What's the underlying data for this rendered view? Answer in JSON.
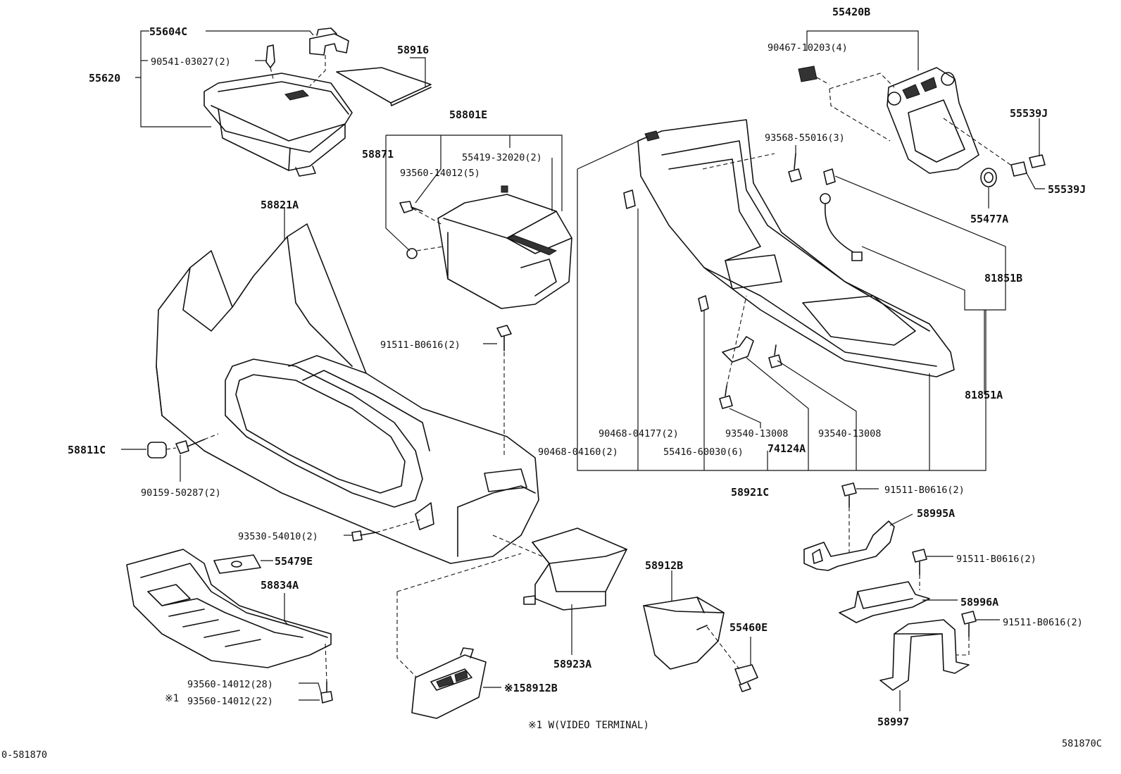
{
  "labels": {
    "p55604C": "55604C",
    "p90541": "90541-03027(2)",
    "p55620": "55620",
    "p58916": "58916",
    "p58801E": "58801E",
    "p58871": "58871",
    "p55419": "55419-32020(2)",
    "p93560_5": "93560-14012(5)",
    "p58821A": "58821A",
    "p91511_a": "91511-B0616(2)",
    "p58811C": "58811C",
    "p90159": "90159-50287(2)",
    "p93530": "93530-54010(2)",
    "p55479E": "55479E",
    "p58834A": "58834A",
    "p93560_28": "93560-14012(28)",
    "mark1": "※1",
    "p93560_22": "93560-14012(22)",
    "p158912B": "※158912B",
    "p58923A": "58923A",
    "p58912B": "58912B",
    "p55460E": "55460E",
    "p55420B": "55420B",
    "p90467": "90467-10203(4)",
    "p55539J_a": "55539J",
    "p55539J_b": "55539J",
    "p55477A": "55477A",
    "p93568": "93568-55016(3)",
    "p81851B": "81851B",
    "p81851A": "81851A",
    "p90468_177": "90468-04177(2)",
    "p93540_a": "93540-13008",
    "p93540_b": "93540-13008",
    "p90468_160": "90468-04160(2)",
    "p55416": "55416-60030(6)",
    "p74124A": "74124A",
    "p58921C": "58921C",
    "p91511_b": "91511-B0616(2)",
    "p58995A": "58995A",
    "p91511_c": "91511-B0616(2)",
    "p58996A": "58996A",
    "p91511_d": "91511-B0616(2)",
    "p58997": "58997",
    "footnote": "※1 W(VIDEO TERMINAL)",
    "ref_left": "0-581870",
    "ref_right": "581870C"
  }
}
